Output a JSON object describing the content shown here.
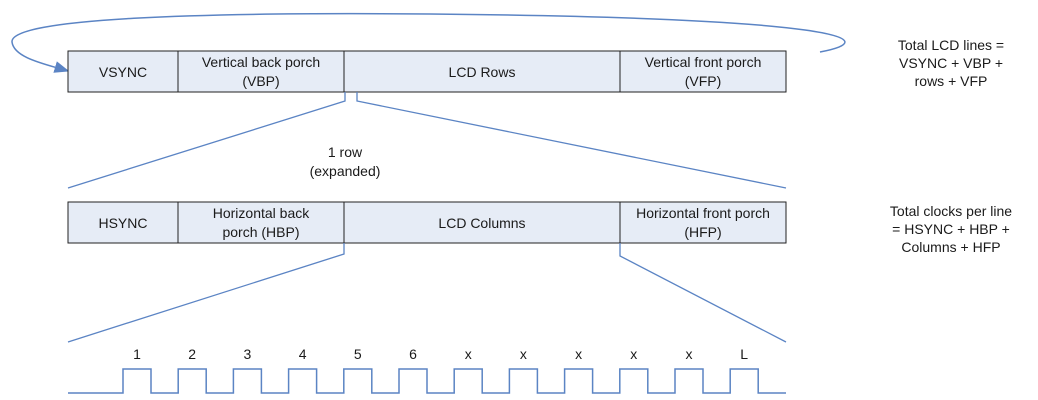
{
  "colors": {
    "cell_fill": "#e6ecf6",
    "border": "#222222",
    "line": "#5b84c4",
    "text": "#1a1a1a"
  },
  "vertical_row": {
    "cells": [
      {
        "lines": [
          "VSYNC"
        ]
      },
      {
        "lines": [
          "Vertical back porch",
          "(VBP)"
        ]
      },
      {
        "lines": [
          "LCD Rows"
        ]
      },
      {
        "lines": [
          "Vertical front porch",
          "(VFP)"
        ]
      }
    ]
  },
  "horizontal_row": {
    "cells": [
      {
        "lines": [
          "HSYNC"
        ]
      },
      {
        "lines": [
          "Horizontal back",
          "porch (HBP)"
        ]
      },
      {
        "lines": [
          "LCD Columns"
        ]
      },
      {
        "lines": [
          "Horizontal front porch",
          "(HFP)"
        ]
      }
    ]
  },
  "expand_label": [
    "1 row",
    "(expanded)"
  ],
  "total_lines_note": [
    "Total LCD lines =",
    "VSYNC + VBP +",
    "rows + VFP"
  ],
  "total_clocks_note": [
    "Total clocks per line",
    "= HSYNC + HBP +",
    "Columns + HFP"
  ],
  "clock_labels": [
    "1",
    "2",
    "3",
    "4",
    "5",
    "6",
    "x",
    "x",
    "x",
    "x",
    "x",
    "L"
  ]
}
